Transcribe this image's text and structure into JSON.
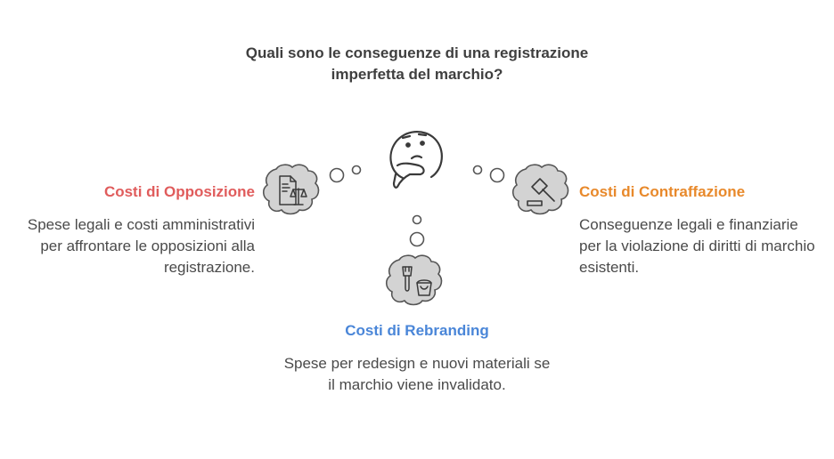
{
  "question": "Quali sono le conseguenze di una registrazione imperfetta del marchio?",
  "branches": {
    "left": {
      "title": "Costi di Opposizione",
      "description": "Spese legali e costi amministrativi per affrontare le opposizioni alla registrazione.",
      "color": "#e05c5c",
      "icon": "legal-document-scales-icon"
    },
    "right": {
      "title": "Costi di Contraffazione",
      "description": "Conseguenze legali e finanziarie per la violazione di diritti di marchio esistenti.",
      "color": "#e8892b",
      "icon": "gavel-icon"
    },
    "bottom": {
      "title": "Costi di Rebranding",
      "description": "Spese per redesign e nuovi materiali se il marchio viene invalidato.",
      "color": "#4a86d8",
      "icon": "paint-brush-bucket-icon"
    }
  },
  "center_icon": "thinking-face-icon"
}
